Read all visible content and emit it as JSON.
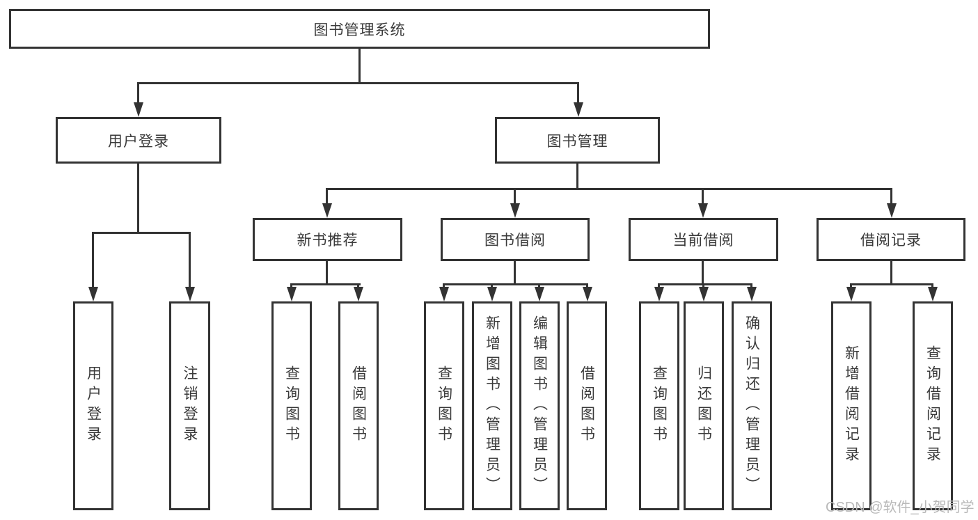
{
  "diagram": {
    "title_node": "图书管理系统",
    "level2": [
      "用户登录",
      "图书管理"
    ],
    "level3": [
      "新书推荐",
      "图书借阅",
      "当前借阅",
      "借阅记录"
    ],
    "leaves": {
      "user_login": [
        "用户登录",
        "注销登录"
      ],
      "new_books": [
        "查询图书",
        "借阅图书"
      ],
      "book_borrow": [
        "查询图书",
        "新增图书（管理员）",
        "编辑图书（管理员）",
        "借阅图书"
      ],
      "current_borrow": [
        "查询图书",
        "归还图书",
        "确认归还（管理员）"
      ],
      "borrow_records": [
        "新增借阅记录",
        "查询借阅记录"
      ]
    }
  },
  "watermark": "CSDN @软件_小贺同学",
  "colors": {
    "line": "#333333",
    "text": "#3a3a3a",
    "background": "#ffffff",
    "watermark": "#b9b9b9"
  }
}
